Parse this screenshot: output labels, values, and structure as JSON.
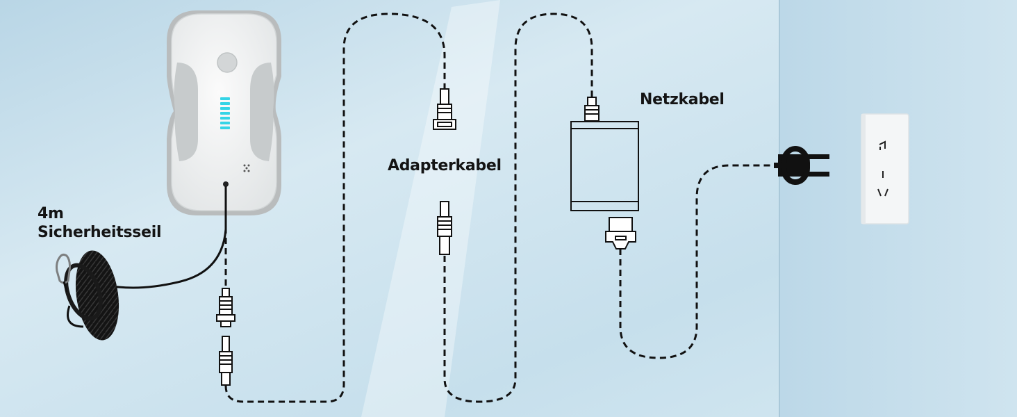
{
  "labels": {
    "rope_length": "4m",
    "rope_name": "Sicherheitsseil",
    "adapter_cable": "Adapterkabel",
    "power_cable": "Netzkabel"
  },
  "colors": {
    "background": "#cfe3ee",
    "line": "#111111",
    "robot_body": "#f2f3f3",
    "robot_pad": "#b9bdbe",
    "indicator": "#35d4e6"
  }
}
